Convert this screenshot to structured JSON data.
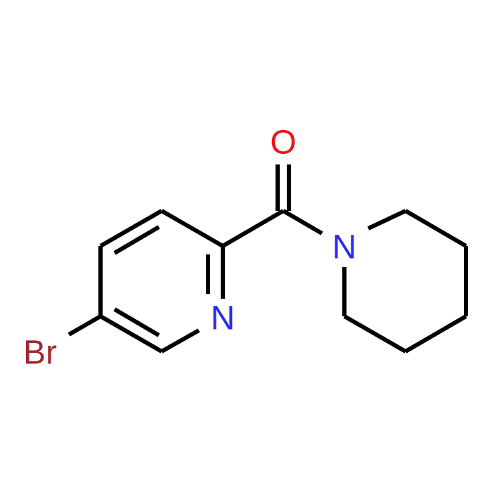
{
  "colors": {
    "bond": "#000000",
    "nitrogen": "#2b2bf0",
    "oxygen": "#f01414",
    "bromine": "#a3282d",
    "background": "#ffffff"
  },
  "atoms": {
    "oxygen": "O",
    "pyridine_nitrogen": "N",
    "piperidine_nitrogen": "N",
    "bromine": "Br"
  }
}
